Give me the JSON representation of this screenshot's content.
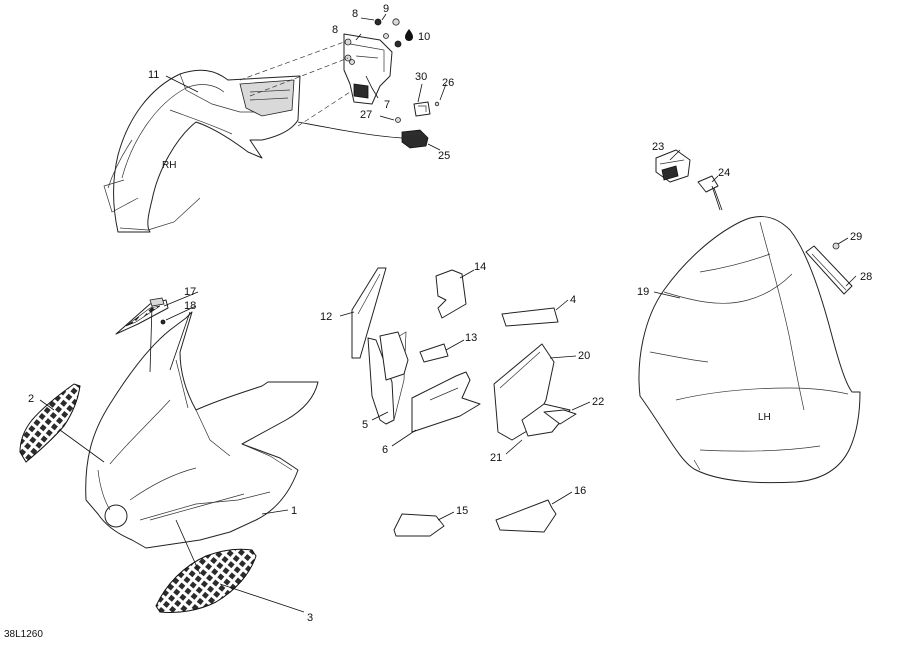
{
  "diagram": {
    "reference_code": "38L1260",
    "side_labels": {
      "right": "RH",
      "left": "LH"
    },
    "callouts": {
      "c1": "1",
      "c2": "2",
      "c3": "3",
      "c4": "4",
      "c5": "5",
      "c6": "6",
      "c7": "7",
      "c8a": "8",
      "c8b": "8",
      "c9": "9",
      "c10": "10",
      "c11": "11",
      "c12": "12",
      "c13": "13",
      "c14": "14",
      "c15": "15",
      "c16": "16",
      "c17": "17",
      "c18": "18",
      "c19": "19",
      "c20": "20",
      "c21": "21",
      "c22": "22",
      "c23": "23",
      "c24": "24",
      "c25": "25",
      "c26": "26",
      "c27": "27",
      "c28": "28",
      "c29": "29",
      "c30": "30"
    },
    "icons": {
      "adhesive_drop": "drop-icon"
    }
  }
}
